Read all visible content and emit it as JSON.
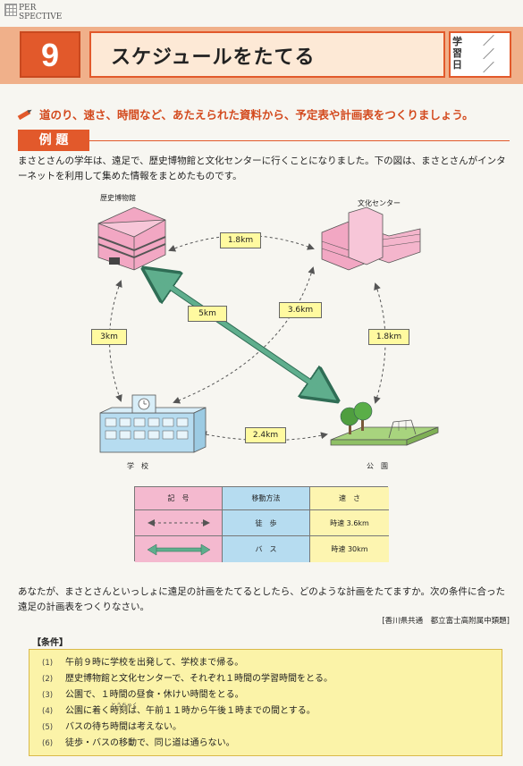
{
  "brand": {
    "line1": "PER",
    "line2": "SPECTIVE"
  },
  "header": {
    "number": "9",
    "title": "スケジュールをたてる",
    "study_label": "学習日",
    "study_slashes": "／\n／\n／"
  },
  "intro_text": "道のり、速さ、時間など、あたえられた資料から、予定表や計画表をつくりましょう。",
  "section_label": "例 題",
  "paragraph1": "まさとさんの学年は、遠足で、歴史博物館と文化センターに行くことになりました。下の図は、まさとさんがインターネットを利用して集めた情報をまとめたものです。",
  "diagram": {
    "places": {
      "museum": "歴史博物館",
      "culture_center": "文化センター",
      "school": "学　校",
      "park": "公　園"
    },
    "distances": {
      "museum_center": "1.8km",
      "museum_park_bus": "5km",
      "center_school": "3.6km",
      "museum_school": "3km",
      "center_park": "1.8km",
      "school_park": "2.4km"
    }
  },
  "legend": {
    "headers": [
      "記　号",
      "移動方法",
      "速　さ"
    ],
    "rows": [
      {
        "method": "徒　歩",
        "speed": "時速 3.6km"
      },
      {
        "method": "バ　ス",
        "speed": "時速 30km"
      }
    ]
  },
  "paragraph2": "あなたが、まさとさんといっしょに遠足の計画をたてるとしたら、どのような計画をたてますか。次の条件に合った遠足の計画表をつくりなさい。",
  "citation": "[香川県共通　都立富士高附属中類題]",
  "conditions": {
    "title": "【条件】",
    "ruby": "とうちゃく",
    "items": [
      {
        "num": "(1)",
        "text": "午前９時に学校を出発して、学校まで帰る。"
      },
      {
        "num": "(2)",
        "text": "歴史博物館と文化センターで、それぞれ１時間の学習時間をとる。"
      },
      {
        "num": "(3)",
        "text": "公園で、１時間の昼食・休けい時間をとる。"
      },
      {
        "num": "(4)",
        "text": "公園に着く時刻は、午前１１時から午後１時までの間とする。"
      },
      {
        "num": "(5)",
        "text": "バスの待ち時間は考えない。"
      },
      {
        "num": "(6)",
        "text": "徒歩・バスの移動で、同じ道は通らない。"
      }
    ]
  },
  "colors": {
    "accent": "#e2592b",
    "header_band": "#f0b08a",
    "legend_pink": "#f4b9cf",
    "legend_blue": "#b6dcf0",
    "legend_yellow": "#fdf5b0",
    "walk_line": "#555555",
    "bus_line": "#5fae8d"
  }
}
